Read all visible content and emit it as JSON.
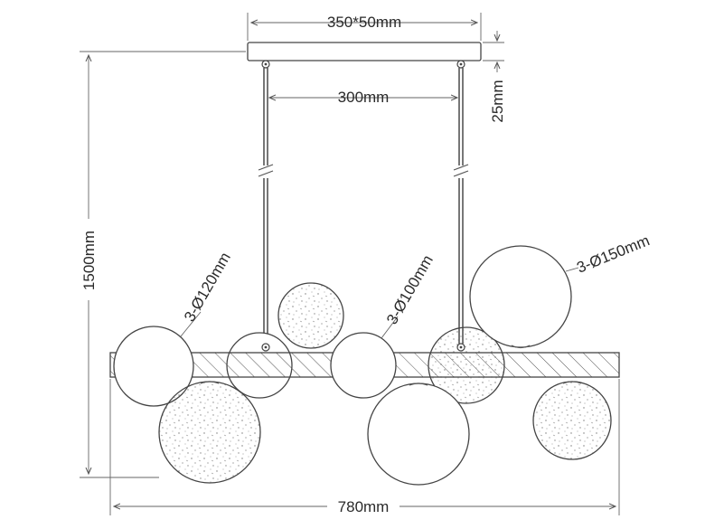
{
  "dimensions": {
    "canopy": "350*50mm",
    "rod_spacing": "300mm",
    "canopy_height": "25mm",
    "total_height": "1500mm",
    "total_width": "780mm"
  },
  "globe_labels": {
    "small": "3-Ø100mm",
    "medium": "3-Ø120mm",
    "large": "3-Ø150mm"
  },
  "colors": {
    "line": "#555555",
    "text": "#2a2a2a",
    "background": "#ffffff"
  }
}
